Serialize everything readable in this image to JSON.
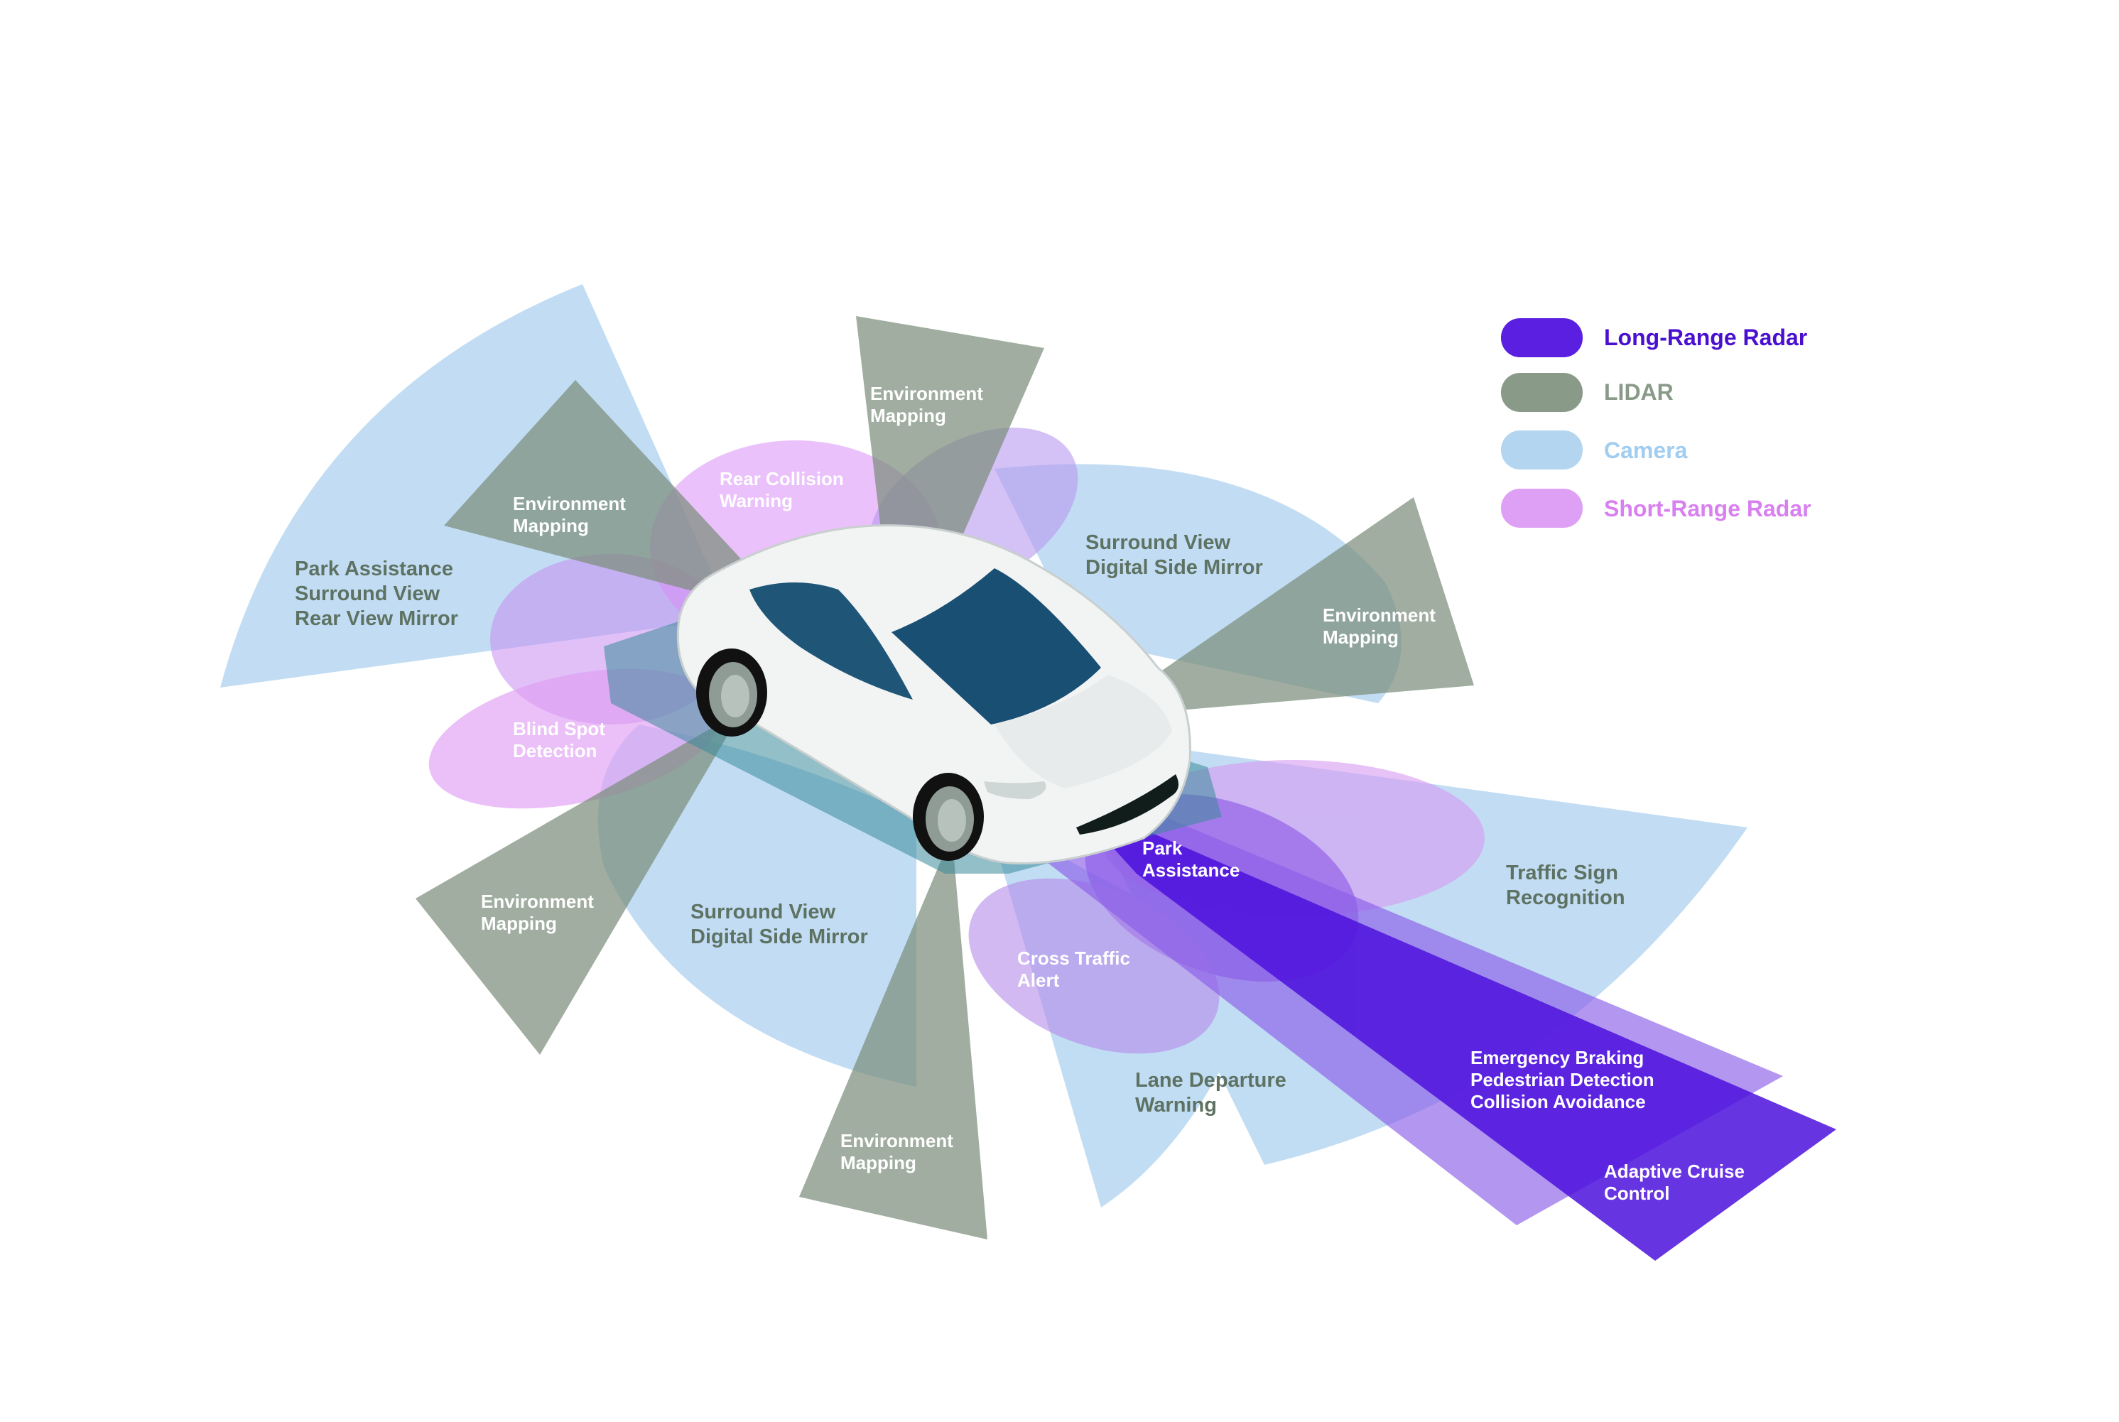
{
  "colors": {
    "long_range_radar": "#5a1fe0",
    "lidar": "#8a9a88",
    "camera": "#b3d5f0",
    "short_range_radar": "#dda0f5",
    "label_dark": "#5e7263",
    "label_light": "#ffffff"
  },
  "legend": [
    {
      "key": "long_range_radar",
      "label": "Long-Range Radar",
      "color": "#5a1fe0",
      "text_color": "#4a10d0"
    },
    {
      "key": "lidar",
      "label": "LIDAR",
      "color": "#8a9a88",
      "text_color": "#8a9a88"
    },
    {
      "key": "camera",
      "label": "Camera",
      "color": "#b3d5f0",
      "text_color": "#a0cdf0"
    },
    {
      "key": "short_range_radar",
      "label": "Short-Range Radar",
      "color": "#dda0f5",
      "text_color": "#d880f0"
    }
  ],
  "zones": {
    "rear_left_camera": {
      "lines": [
        "Park Assistance",
        "Surround View",
        "Rear View Mirror"
      ]
    },
    "rear_left_lidar": {
      "lines": [
        "Environment",
        "Mapping"
      ]
    },
    "rear_top_lidar": {
      "lines": [
        "Environment",
        "Mapping"
      ]
    },
    "rear_collision": {
      "lines": [
        "Rear Collision",
        "Warning"
      ]
    },
    "right_camera": {
      "lines": [
        "Surround View",
        "Digital Side Mirror"
      ]
    },
    "right_lidar": {
      "lines": [
        "Environment",
        "Mapping"
      ]
    },
    "blind_spot": {
      "lines": [
        "Blind Spot",
        "Detection"
      ]
    },
    "left_lidar": {
      "lines": [
        "Environment",
        "Mapping"
      ]
    },
    "left_camera": {
      "lines": [
        "Surround View",
        "Digital Side Mirror"
      ]
    },
    "park_assistance": {
      "lines": [
        "Park",
        "Assistance"
      ]
    },
    "traffic_sign": {
      "lines": [
        "Traffic Sign",
        "Recognition"
      ]
    },
    "cross_traffic": {
      "lines": [
        "Cross Traffic",
        "Alert"
      ]
    },
    "front_lidar": {
      "lines": [
        "Environment",
        "Mapping"
      ]
    },
    "lane_departure": {
      "lines": [
        "Lane Departure",
        "Warning"
      ]
    },
    "emergency_braking": {
      "lines": [
        "Emergency Braking",
        "Pedestrian Detection",
        "Collision Avoidance"
      ]
    },
    "adaptive_cruise": {
      "lines": [
        "Adaptive Cruise",
        "Control"
      ]
    }
  }
}
